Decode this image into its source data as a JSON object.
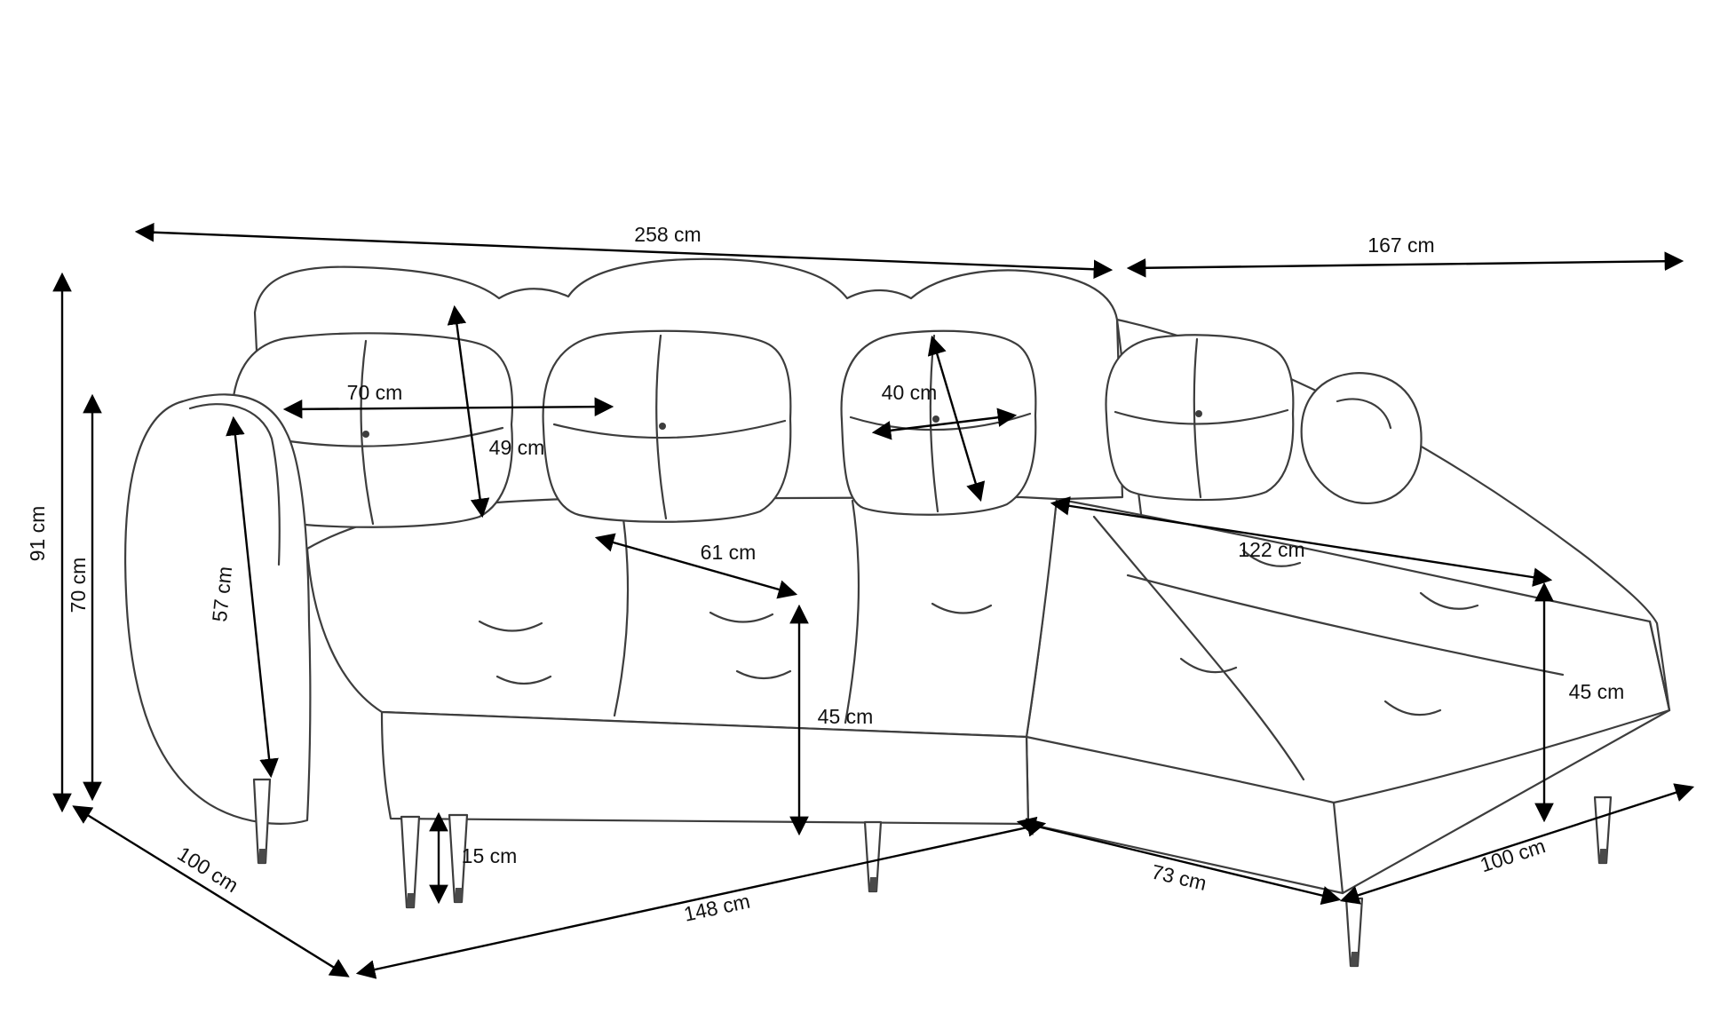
{
  "diagram": {
    "subject": "corner-sofa-dimension-drawing",
    "unit": "cm",
    "colors": {
      "outline": "#3d3d3d",
      "dimension": "#000000",
      "background": "#ffffff"
    },
    "dimensions": {
      "total_width": "258 cm",
      "chaise_length_top": "167 cm",
      "total_height": "91 cm",
      "arm_height_left": "70 cm",
      "back_cushion_width": "70 cm",
      "back_cushion_height": "49 cm",
      "pillow_width": "40 cm",
      "armrest_height": "57 cm",
      "seat_depth": "61 cm",
      "chaise_seat_length": "122 cm",
      "seat_height_front": "45 cm",
      "seat_height_chaise": "45 cm",
      "leg_height": "15 cm",
      "depth_left": "100 cm",
      "corner_side_width": "73 cm",
      "front_width": "148 cm",
      "chaise_front_width": "100 cm"
    }
  }
}
